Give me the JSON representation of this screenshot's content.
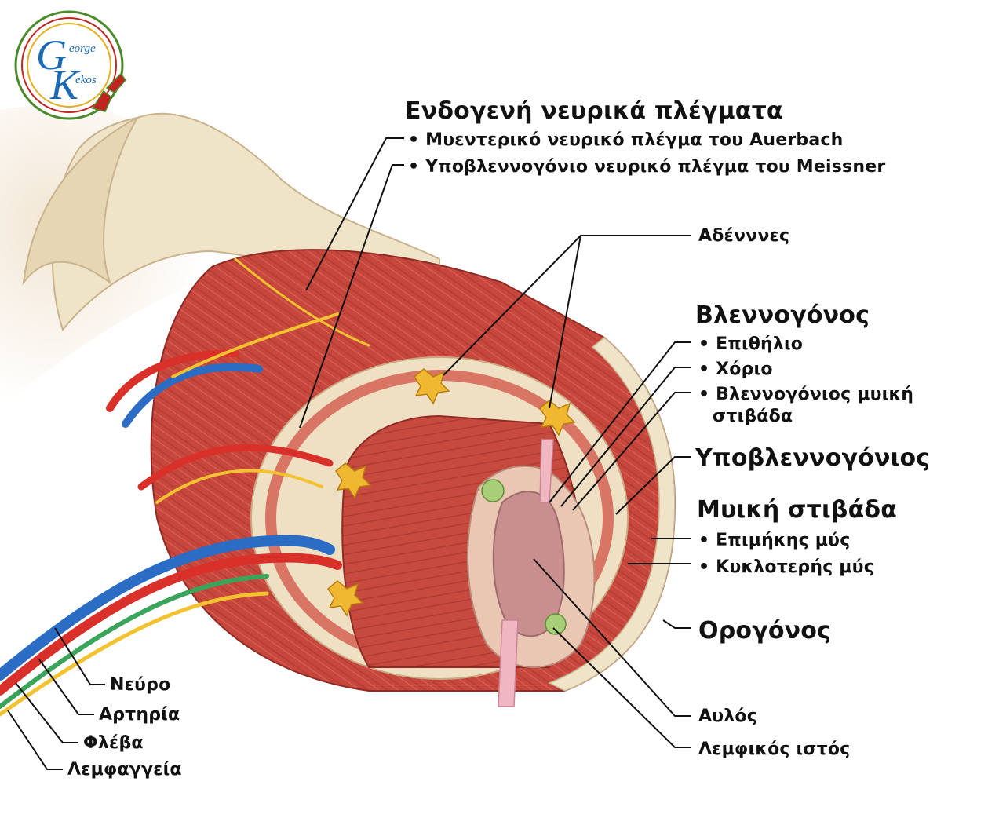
{
  "logo": {
    "line1": "George",
    "line2": "Kekos",
    "letters": [
      "G",
      "K"
    ]
  },
  "plexus": {
    "title": "Ενδογενή νευρικά πλέγματα",
    "items": [
      "Μυεντερικό νευρικό πλέγμα του Auerbach",
      "Υποβλεννογόνιο νευρικό πλέγμα του Meissner"
    ]
  },
  "glands": "Αδένννες",
  "mucosa": {
    "title": "Βλεννογόνος",
    "items": [
      "Επιθήλιο",
      "Χόριο",
      "Βλεννογόνιος μυική",
      "στιβάδα"
    ]
  },
  "submucosa": "Υποβλεννογόνιος",
  "muscularis": {
    "title": "Μυική στιβάδα",
    "items": [
      "Επιμήκης μύς",
      "Κυκλοτερής μύς"
    ]
  },
  "serosa": "Ορογόνος",
  "lumen": "Αυλός",
  "lymphoid": "Λεμφικός ιστός",
  "vessels": [
    "Νεύρο",
    "Αρτηρία",
    "Φλέβα",
    "Λεμφαγγεία"
  ],
  "colors": {
    "muscle": "#c8473c",
    "muscle_dark": "#a8322b",
    "serosa": "#efe3c8",
    "submucosa": "#efe0c4",
    "mucosa": "#e9c7b3",
    "lumen": "#c98f8f",
    "artery": "#d9302a",
    "vein": "#2b6cc4",
    "nerve": "#f2c230",
    "lymph": "#3aa45a",
    "gland": "#f0b830"
  }
}
